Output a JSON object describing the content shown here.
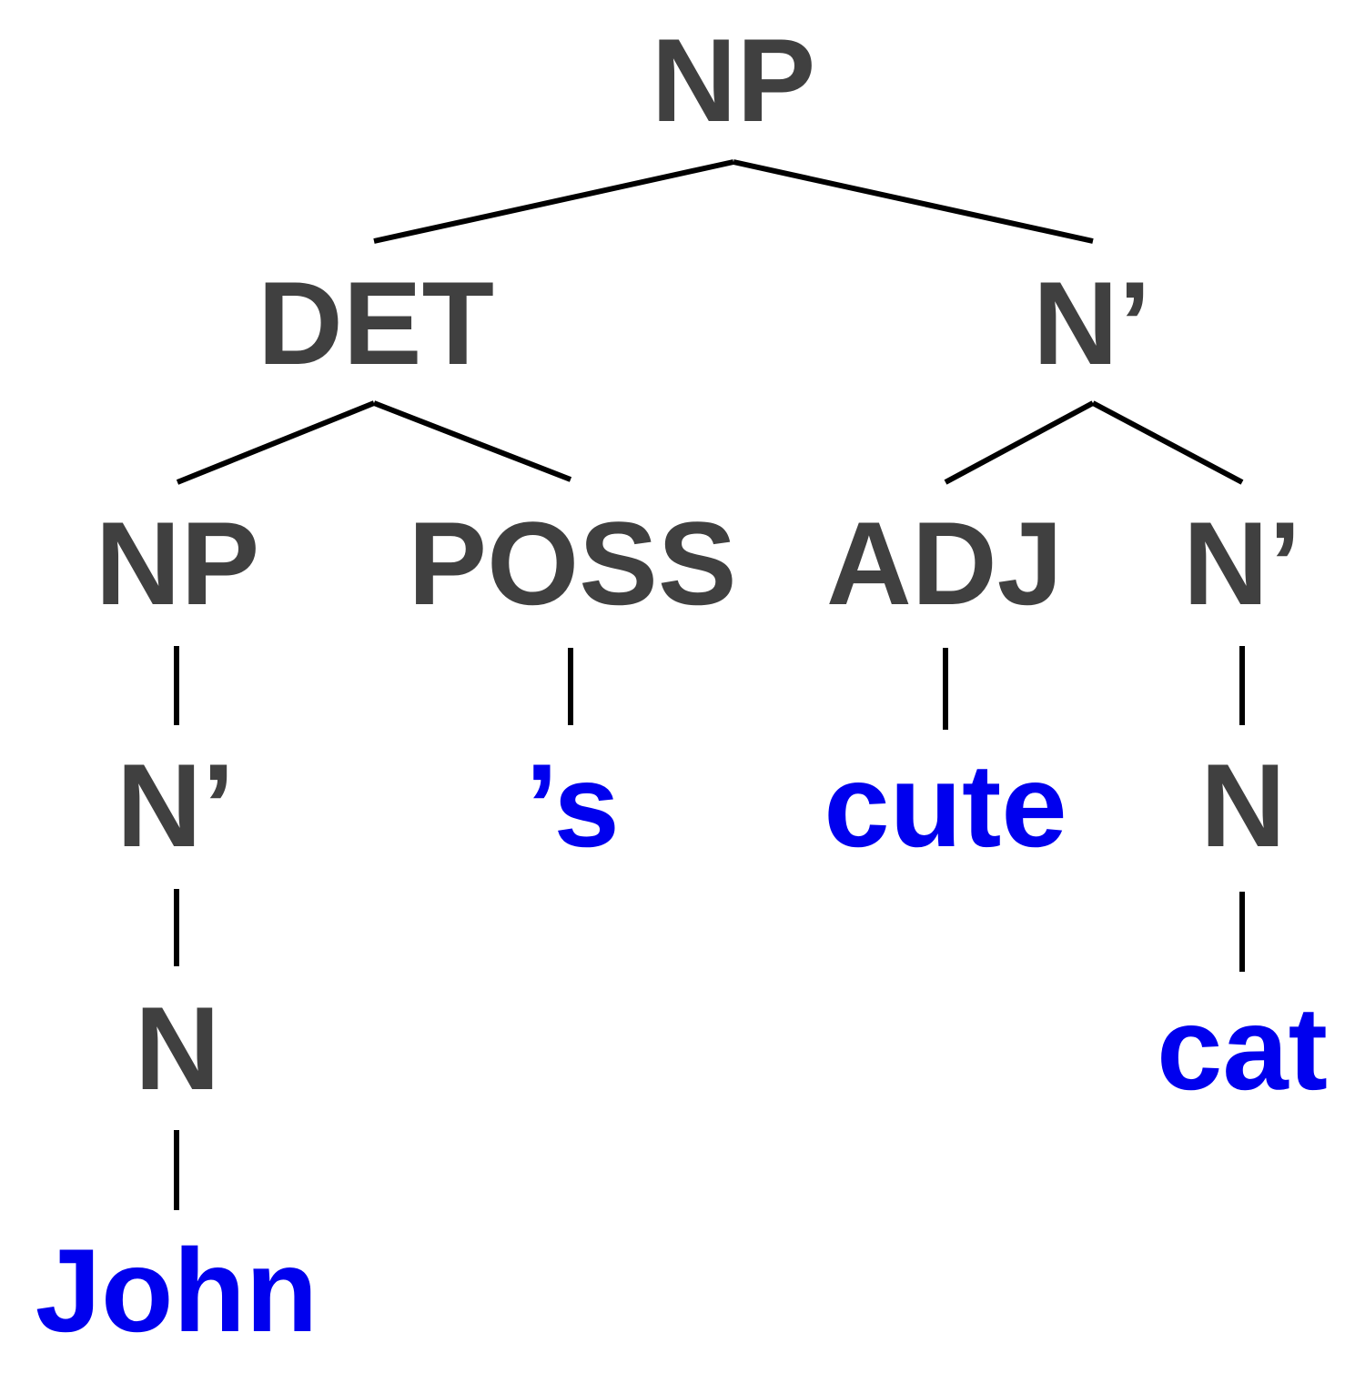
{
  "colors": {
    "category": "#404040",
    "word": "#0000ee",
    "branch": "#000000"
  },
  "tree": {
    "root": {
      "label": "NP"
    },
    "det": {
      "label": "DET"
    },
    "nbar_top": {
      "label": "N’"
    },
    "np_poss": {
      "label": "NP"
    },
    "poss": {
      "label": "POSS"
    },
    "adj": {
      "label": "ADJ"
    },
    "nbar_right": {
      "label": "N’"
    },
    "nbar_left": {
      "label": "N’"
    },
    "poss_word": {
      "label": "’s"
    },
    "adj_word": {
      "label": "cute"
    },
    "n_right": {
      "label": "N"
    },
    "n_left": {
      "label": "N"
    },
    "noun_word": {
      "label": "cat"
    },
    "name_word": {
      "label": "John"
    }
  }
}
